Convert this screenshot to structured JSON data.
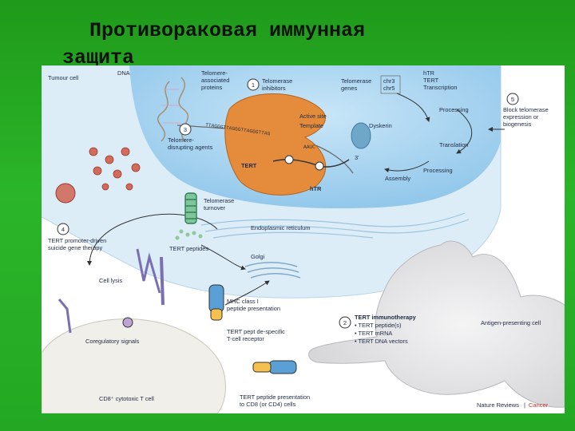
{
  "title": {
    "line1": "Противораковая иммунная",
    "line2": "защита"
  },
  "figure": {
    "tumour_cell": "Tumour cell",
    "dna": "DNA",
    "telomere_proteins": [
      "Telomere-",
      "associated",
      "proteins"
    ],
    "telomerase_inhibitors": [
      "Telomerase",
      "inhibitors"
    ],
    "telomerase_genes": [
      "Telomerase",
      "genes"
    ],
    "chr": [
      "chr3",
      "chr5"
    ],
    "htr_transcription": [
      "hTR",
      "TERT",
      "Transcription"
    ],
    "processing_top": "Processing",
    "block_telomerase": [
      "Block telomerase",
      "expression or",
      "biogenesis"
    ],
    "active_site": "Active site",
    "template": "Template",
    "dyskerin": "Dyskerin",
    "telomere_seq": "TTAGGGTTAGGGTTAGGGTTAG",
    "template_seq": "AAUC",
    "telomere_disrupting": [
      "Telomere-",
      "disrupting agents"
    ],
    "tert": "TERT",
    "htr": "hTR",
    "three_prime": "3'",
    "translation": "Translation",
    "processing_bottom": "Processing",
    "assembly": "Assembly",
    "telomerase_turnover": [
      "Telomerase",
      "turnover"
    ],
    "endoplasmic_reticulum": "Endoplasmic reticulum",
    "tert_peptides": "TERT peptides",
    "golgi": "Golgi",
    "tert_suicide": [
      "TERT promoter-driven",
      "suicide gene therapy"
    ],
    "cell_lysis": "Cell lysis",
    "mhc_class": [
      "MHC class I",
      "peptide presentation"
    ],
    "tcell_receptor": [
      "TERT pept de-specific",
      "T-cell receptor"
    ],
    "coregulatory": "Coregulatory signals",
    "immunotherapy": [
      "TERT immunotherapy",
      "• TERT peptide(s)",
      "• TERT mRNA",
      "• TERT DNA vectors"
    ],
    "apc": "Antigen-presenting cell",
    "cd8_cell": "CD8⁺ cytotoxic T cell",
    "cd8_presentation": [
      "TERT peptide presentation",
      "to CD8 (or CD4) cells"
    ],
    "step_numbers": [
      "1",
      "2",
      "3",
      "4",
      "5"
    ],
    "credit_journal": "Nature Reviews",
    "credit_section": "Cancer"
  },
  "colors": {
    "background_green": "#24a823",
    "nucleus_blue": "#a7d4f0",
    "cytoplasm_blue": "#dcedf8",
    "apc_grey": "#e8e8ea",
    "telomerase_orange": "#e58c3c"
  }
}
